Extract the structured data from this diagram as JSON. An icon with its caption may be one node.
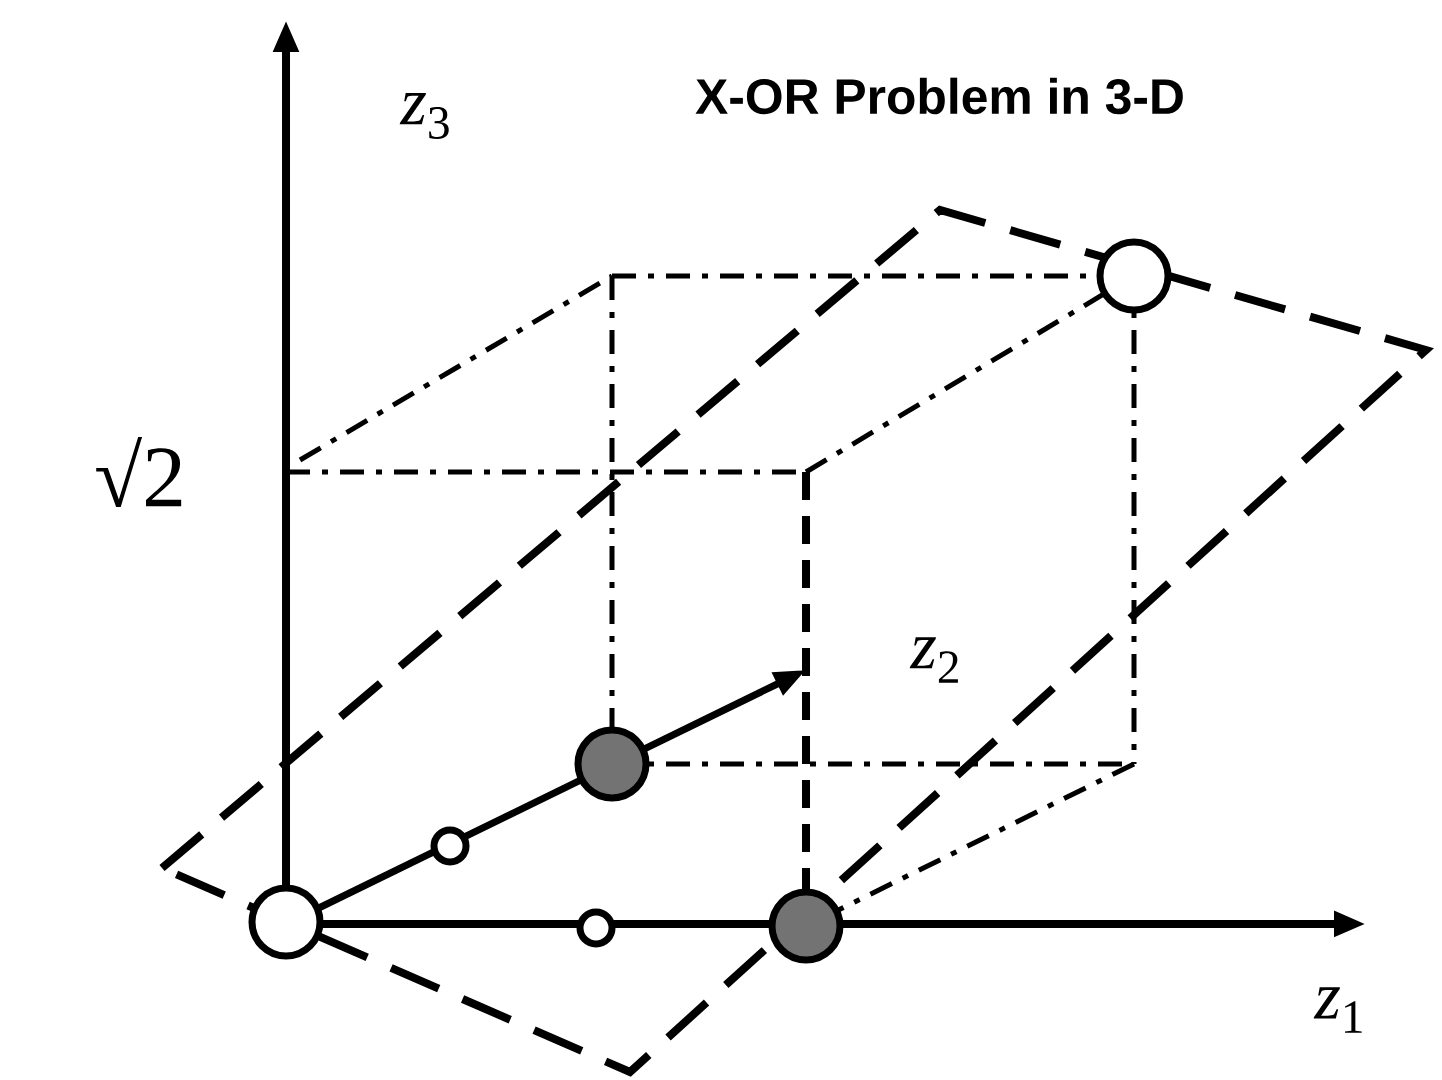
{
  "diagram": {
    "title": "X-OR Problem in 3-D",
    "labels": [
      "*z*$_{3}$",
      "√2",
      "*z*$_{2}$",
      "*z*$_{1}$"
    ]
  }
}
